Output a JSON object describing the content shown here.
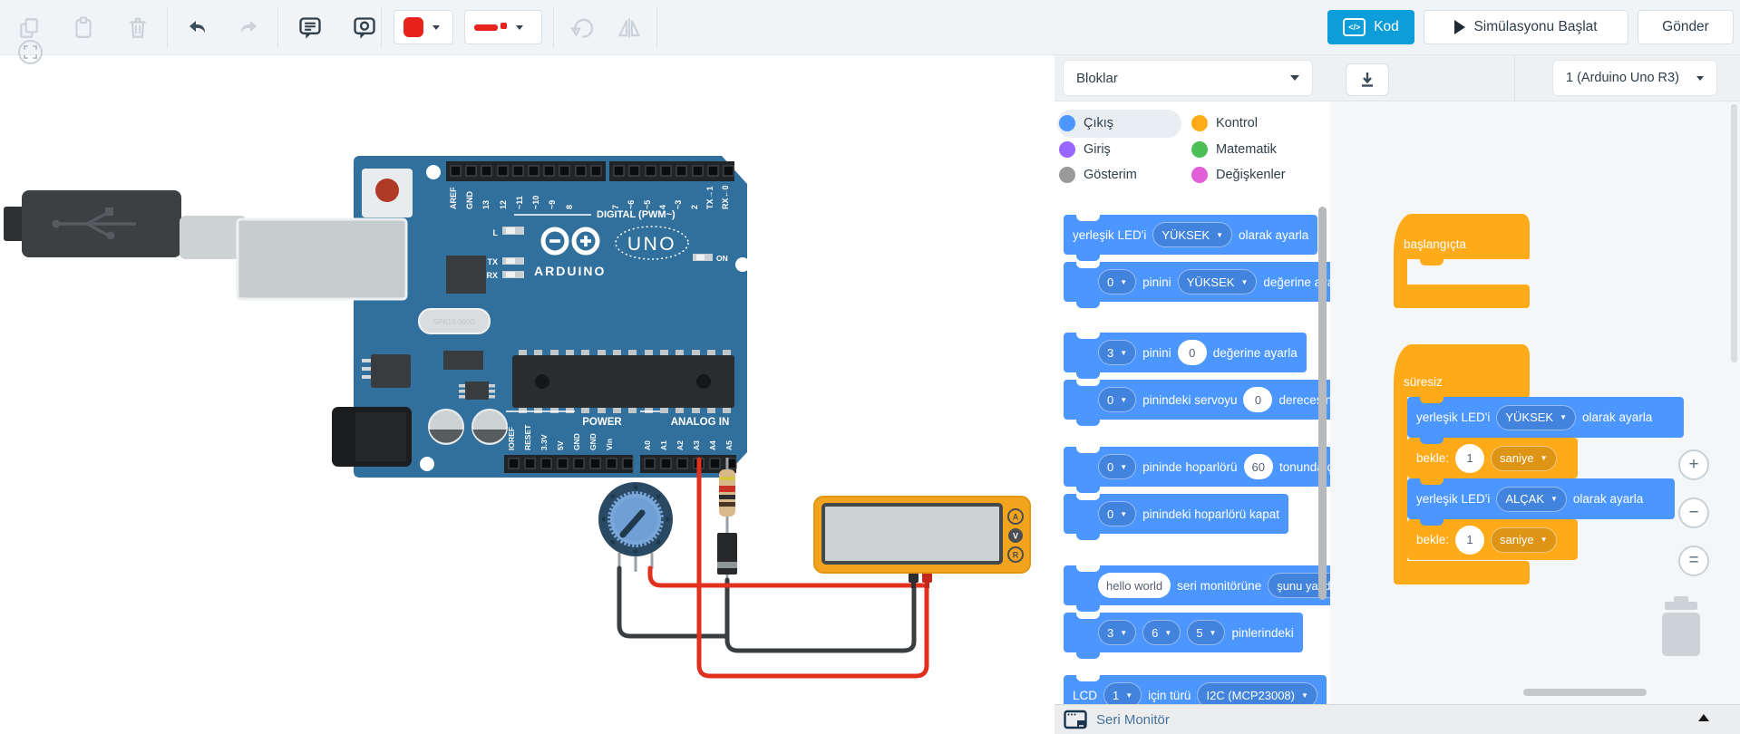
{
  "toolbar": {
    "code_button": "Kod",
    "start_simulation_button": "Simülasyonu Başlat",
    "send_button": "Gönder"
  },
  "panel": {
    "blocks_dropdown": "Bloklar",
    "device_dropdown": "1 (Arduino Uno R3)",
    "categories": [
      {
        "label": "Çıkış",
        "color": "#4C97FF"
      },
      {
        "label": "Kontrol",
        "color": "#FFAB19"
      },
      {
        "label": "Giriş",
        "color": "#9966FF"
      },
      {
        "label": "Matematik",
        "color": "#4CBF56"
      },
      {
        "label": "Gösterim",
        "color": "#9A9A9A"
      },
      {
        "label": "Değişkenler",
        "color": "#E25FD8"
      }
    ],
    "palette": [
      {
        "t1": "yerleşik LED'i",
        "d1": "YÜKSEK",
        "t2": "olarak ayarla"
      },
      {
        "d1": "0",
        "t1": "pinini",
        "d2": "YÜKSEK",
        "t2": "değerine ayarla"
      },
      {
        "d1": "3",
        "t1": "pinini",
        "v1": "0",
        "t2": "değerine ayarla"
      },
      {
        "d1": "0",
        "t1": "pinindeki servoyu",
        "v1": "0",
        "t2": "derecesine döndür"
      },
      {
        "d1": "0",
        "t1": "pininde hoparlörü",
        "v1": "60",
        "t2": "tonunda çal"
      },
      {
        "d1": "0",
        "t1": "pinindeki hoparlörü kapat"
      },
      {
        "v1": "hello world",
        "t1": "seri monitörüne",
        "d1": "şunu yazdır"
      },
      {
        "d1": "3",
        "d2": "6",
        "d3": "5",
        "t1": "pinlerindeki"
      },
      {
        "t1": "LCD",
        "d1": "1",
        "t2": "için türü",
        "d2": "I2C (MCP23008)"
      }
    ]
  },
  "workspace": {
    "start_hat": "başlangıçta",
    "forever_hat": "süresiz",
    "led_high": {
      "pre": "yerleşik LED'i",
      "state": "YÜKSEK",
      "post": "olarak ayarla"
    },
    "wait1": {
      "label": "bekle:",
      "value": "1",
      "unit": "saniye"
    },
    "led_low": {
      "pre": "yerleşik LED'i",
      "state": "ALÇAK",
      "post": "olarak ayarla"
    },
    "wait2": {
      "label": "bekle:",
      "value": "1",
      "unit": "saniye"
    }
  },
  "serial_monitor": {
    "label": "Seri Monitör"
  },
  "board": {
    "brand": "ARDUINO",
    "model": "UNO",
    "on_label": "ON",
    "led_l": "L",
    "led_tx": "TX",
    "led_rx": "RX",
    "crystal": "SPK16.000G",
    "digital_label": "DIGITAL (PWM~)",
    "power_label": "POWER",
    "analog_label": "ANALOG IN",
    "digital_pins": [
      "AREF",
      "GND",
      "13",
      "12",
      "~11",
      "~10",
      "~9",
      "8",
      "7",
      "~6",
      "~5",
      "4",
      "~3",
      "2",
      "TX→1",
      "RX←0"
    ],
    "power_pins": [
      "IOREF",
      "RESET",
      "3.3V",
      "5V",
      "GND",
      "GND",
      "Vin"
    ],
    "analog_pins": [
      "A0",
      "A1",
      "A2",
      "A3",
      "A4",
      "A5"
    ]
  },
  "multimeter": {
    "button_a": "A",
    "button_v": "V",
    "button_r": "R"
  },
  "colors": {
    "accent_blue": "#0d9dd9",
    "block_blue": "#4C97FF",
    "block_orange": "#FFAB19",
    "board_blue": "#316f9c",
    "wire_red": "#e0301e",
    "wire_black": "#3b3e40",
    "multimeter_yellow": "#f2a51c"
  }
}
